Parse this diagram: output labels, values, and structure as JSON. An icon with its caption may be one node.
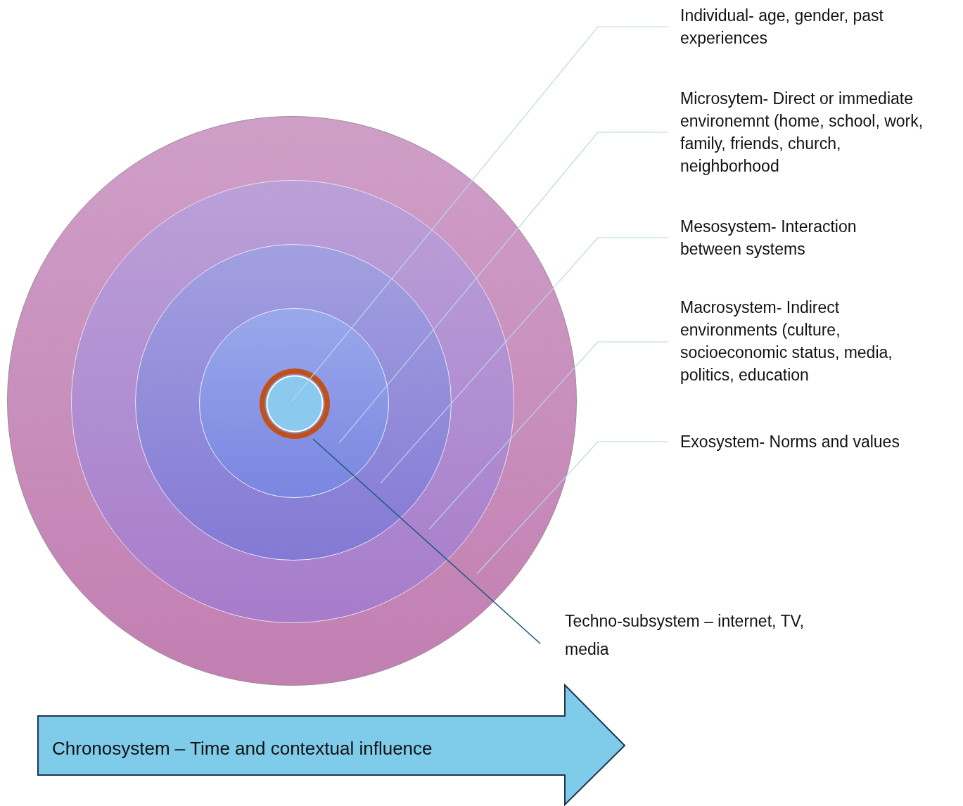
{
  "diagram": {
    "nodes": [
      {
        "text": [],
        "shape": "circle"
      },
      {
        "text": [],
        "shape": "circle",
        "in": 0
      },
      {
        "text": [],
        "shape": "circle",
        "in": 1
      },
      {
        "text": [],
        "shape": "circle",
        "in": 2
      },
      {
        "text": [],
        "shape": "circle",
        "in": 3
      },
      {
        "text": [
          "Individual- age, gender, past experiences"
        ]
      },
      {
        "text": [
          "Microsytem- Direct or immediate environemnt (home, school, work, family, friends, church, neighborhood"
        ]
      },
      {
        "text": [
          "Mesosystem- Interaction between systems"
        ]
      },
      {
        "text": [
          "Macrosystem-  Indirect environments (culture, socioeconomic status, media, politics, education"
        ]
      },
      {
        "text": [
          "Exosystem- Norms and values"
        ]
      },
      {
        "text": [
          "Techno-subsystem – internet, TV, media"
        ]
      },
      {
        "text": [
          "Chronosystem – Time and contextual influence"
        ]
      }
    ],
    "edges": [
      {
        "from": 5,
        "to": 4,
        "arrow": "none"
      },
      {
        "from": 6,
        "to": 3,
        "arrow": "none"
      },
      {
        "from": 7,
        "to": 2,
        "arrow": "none"
      },
      {
        "from": 8,
        "to": 1,
        "arrow": "none"
      },
      {
        "from": 9,
        "to": 0,
        "arrow": "none"
      },
      {
        "from": 10,
        "to": 4,
        "arrow": "none",
        "color": "#1f5a7a"
      }
    ]
  }
}
